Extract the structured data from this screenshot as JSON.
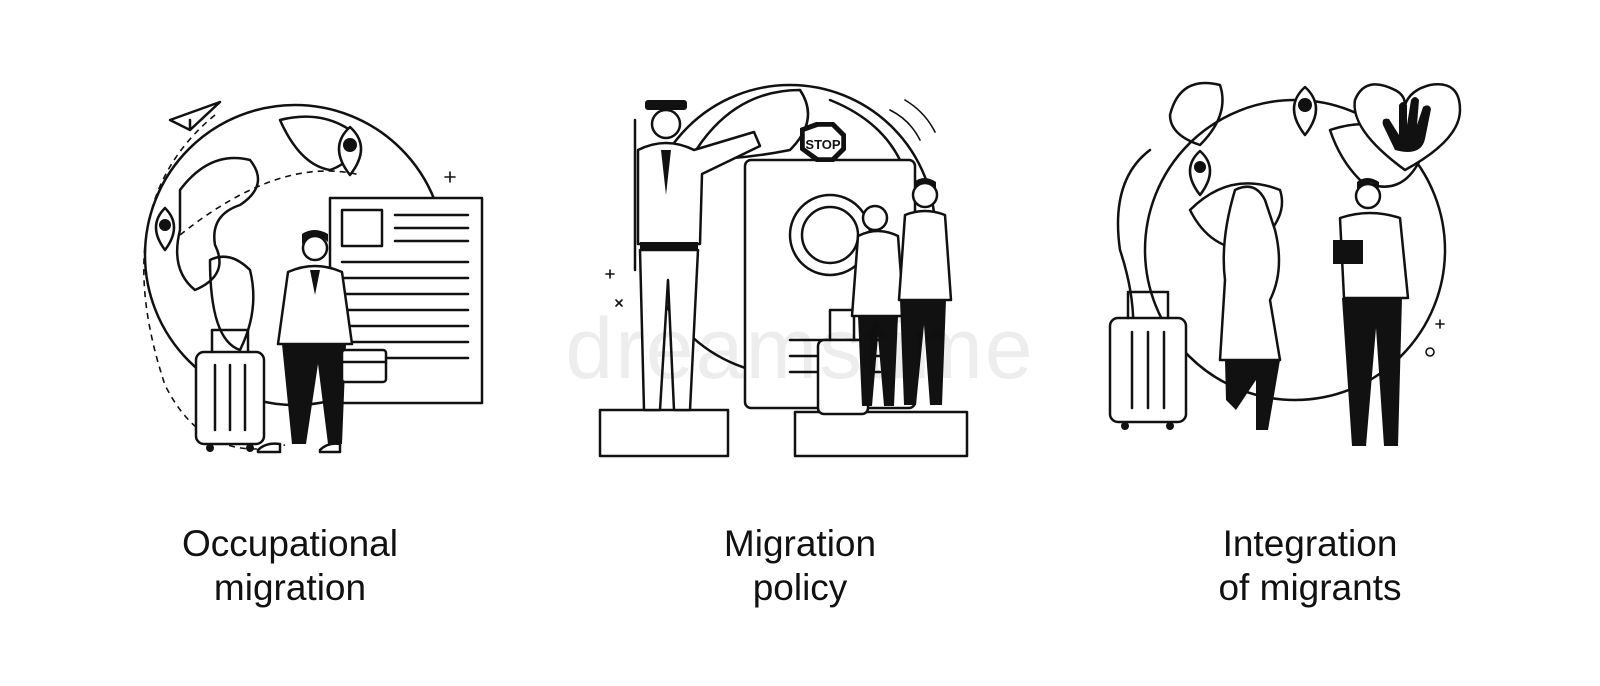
{
  "panels": [
    {
      "caption_line1": "Occupational",
      "caption_line2": "migration",
      "icons": [
        "globe-icon",
        "paper-plane-icon",
        "location-pin-icon",
        "document-icon",
        "suitcase-icon",
        "briefcase-icon"
      ]
    },
    {
      "caption_line1": "Migration",
      "caption_line2": "policy",
      "stop_sign": "STOP",
      "icons": [
        "globe-icon",
        "stop-sign-icon",
        "passport-icon",
        "suitcase-icon"
      ]
    },
    {
      "caption_line1": "Integration",
      "caption_line2": "of migrants",
      "icons": [
        "globe-icon",
        "location-pin-icon",
        "heart-hand-icon",
        "suitcase-icon",
        "clipboard-icon"
      ]
    }
  ],
  "watermark": "dreamstime"
}
